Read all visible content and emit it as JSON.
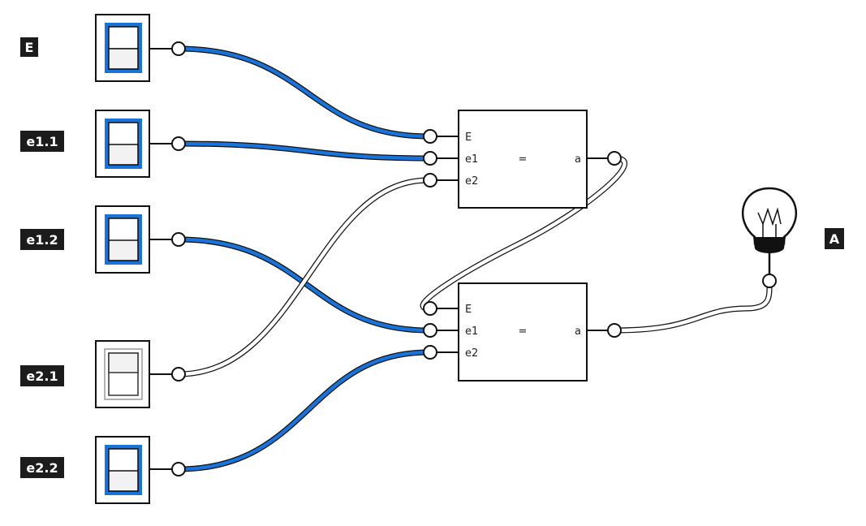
{
  "inputs": [
    {
      "label": "E",
      "state": "on"
    },
    {
      "label": "e1.1",
      "state": "on"
    },
    {
      "label": "e1.2",
      "state": "on"
    },
    {
      "label": "e2.1",
      "state": "off"
    },
    {
      "label": "e2.2",
      "state": "on"
    }
  ],
  "gates": [
    {
      "ports": [
        "E",
        "e1",
        "e2"
      ],
      "symbol": "=",
      "output": "a"
    },
    {
      "ports": [
        "E",
        "e1",
        "e2"
      ],
      "symbol": "=",
      "output": "a"
    }
  ],
  "output": {
    "label": "A",
    "icon": "light-bulb-icon"
  },
  "colors": {
    "active": "#1a73d9",
    "inactive": "#ffffff",
    "label_bg": "#1c1c1c"
  }
}
